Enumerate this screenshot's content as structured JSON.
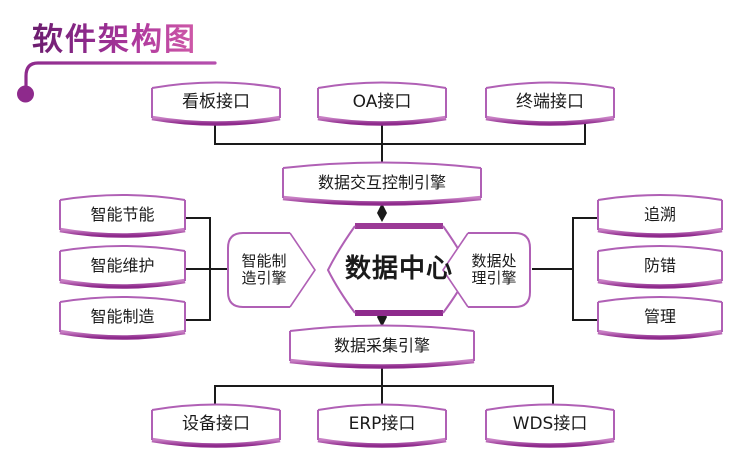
{
  "page": {
    "title": "软件架构图",
    "kind": "architecture-diagram"
  },
  "colors": {
    "accent_purple": "#9B3A96",
    "accent_purple_dark": "#6B1D6E",
    "accent_pink": "#CF5AA8",
    "stroke_thin": "#B060B5",
    "connector": "#1a1a1a",
    "node_fill": "#FFFFFF",
    "text": "#1a1a1a"
  },
  "decoration": {
    "underline_name": "title-underline-with-dot",
    "dot_label": "bullet-dot"
  },
  "nodes": {
    "top_interfaces": [
      {
        "id": "kanban",
        "label": "看板接口"
      },
      {
        "id": "oa",
        "label": "OA接口"
      },
      {
        "id": "terminal",
        "label": "终端接口"
      }
    ],
    "control_engine": {
      "id": "data-exchange-control-engine",
      "label": "数据交互控制引擎"
    },
    "left_modules": [
      {
        "id": "smart-energy-saving",
        "label": "智能节能"
      },
      {
        "id": "smart-maintenance",
        "label": "智能维护"
      },
      {
        "id": "smart-manufacturing",
        "label": "智能制造"
      }
    ],
    "left_engine": {
      "id": "smart-manufacturing-engine",
      "label": "智能制\n造引擎"
    },
    "center": {
      "id": "data-center",
      "label": "数据中心"
    },
    "right_engine": {
      "id": "data-processing-engine",
      "label": "数据处\n理引擎"
    },
    "right_modules": [
      {
        "id": "traceability",
        "label": "追溯"
      },
      {
        "id": "error-proofing",
        "label": "防错"
      },
      {
        "id": "management",
        "label": "管理"
      }
    ],
    "collect_engine": {
      "id": "data-collection-engine",
      "label": "数据采集引擎"
    },
    "bottom_interfaces": [
      {
        "id": "device",
        "label": "设备接口"
      },
      {
        "id": "erp",
        "label": "ERP接口"
      },
      {
        "id": "wds",
        "label": "WDS接口"
      }
    ]
  }
}
